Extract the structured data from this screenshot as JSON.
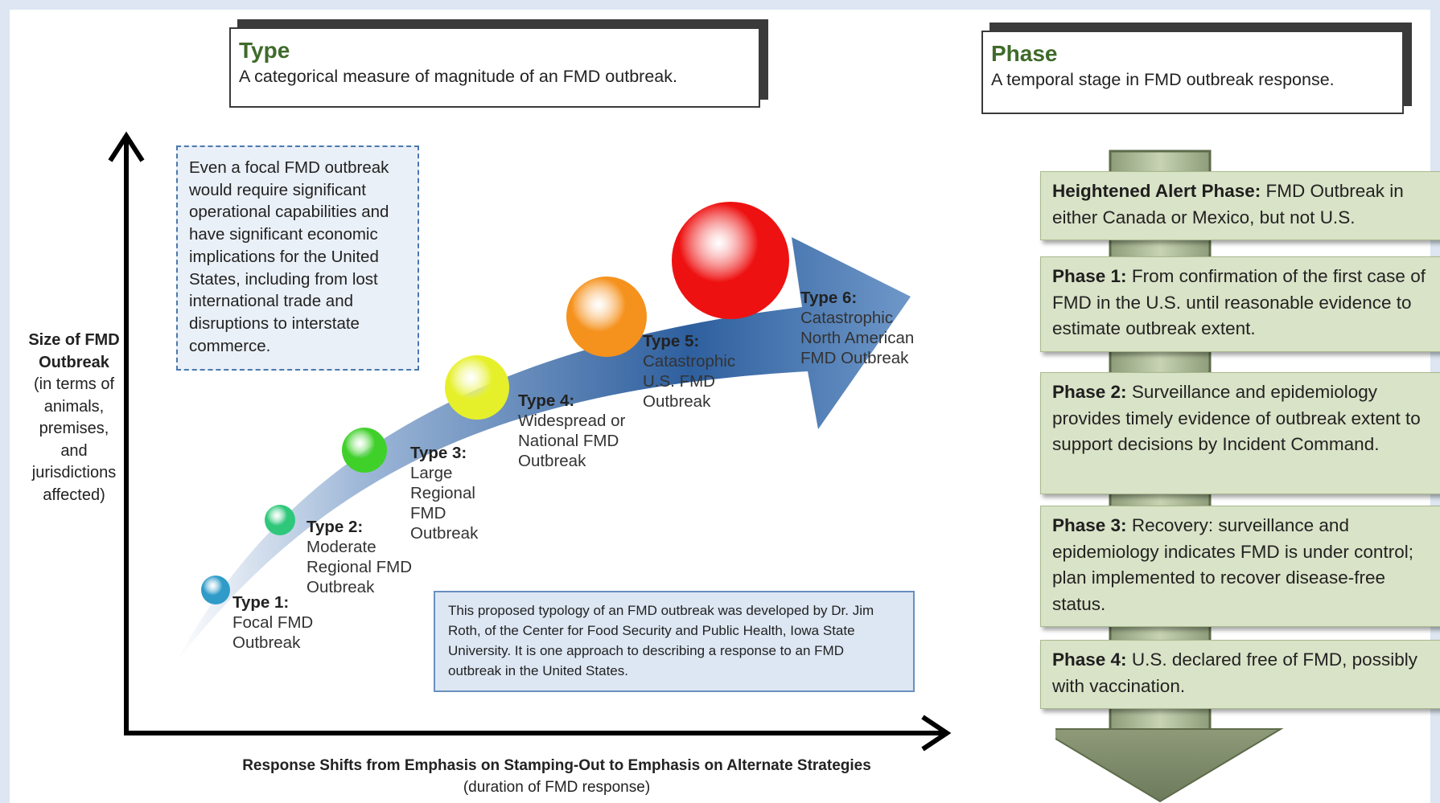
{
  "type_header": {
    "title": "Type",
    "description": "A categorical measure of magnitude of an FMD outbreak."
  },
  "phase_header": {
    "title": "Phase",
    "description": "A temporal stage in FMD outbreak response."
  },
  "note_focal": "Even a focal FMD outbreak would require significant operational capabilities and have significant economic implications for the United States, including from lost international trade and disruptions to interstate commerce.",
  "note_source": "This proposed typology of an FMD outbreak was developed by Dr. Jim Roth, of the Center for Food Security and Public Health, Iowa State University. It is one approach to describing a response to an FMD outbreak in the United States.",
  "y_axis": {
    "line1": "Size of FMD",
    "line2": "Outbreak",
    "line3": "(in terms of",
    "line4": "animals,",
    "line5": "premises,",
    "line6": "and",
    "line7": "jurisdictions",
    "line8": "affected)"
  },
  "x_axis": {
    "title": "Response Shifts from Emphasis on Stamping-Out to Emphasis on Alternate Strategies",
    "subtitle": "(duration of FMD response)"
  },
  "types": [
    {
      "name": "Type 1:",
      "lines": [
        "Focal FMD",
        "Outbreak"
      ],
      "color": "#2f9bc8"
    },
    {
      "name": "Type 2:",
      "lines": [
        "Moderate",
        "Regional FMD",
        "Outbreak"
      ],
      "color": "#2fc87a"
    },
    {
      "name": "Type 3:",
      "lines": [
        "Large",
        "Regional",
        "FMD",
        "Outbreak"
      ],
      "color": "#3fd02a"
    },
    {
      "name": "Type 4:",
      "lines": [
        "Widespread or",
        "National FMD",
        "Outbreak"
      ],
      "color": "#e6f02a"
    },
    {
      "name": "Type 5:",
      "lines": [
        "Catastrophic",
        "U.S. FMD",
        "Outbreak"
      ],
      "color": "#f5921e"
    },
    {
      "name": "Type 6:",
      "lines": [
        "Catastrophic",
        "North American",
        "FMD Outbreak"
      ],
      "color": "#ee1111"
    }
  ],
  "phases": [
    {
      "name": "Heightened Alert Phase:",
      "text": "FMD Outbreak in either Canada or Mexico, but not U.S."
    },
    {
      "name": "Phase 1:",
      "text": "From confirmation of the first case of FMD in the U.S. until reasonable evidence to estimate outbreak extent."
    },
    {
      "name": "Phase 2:",
      "text": "Surveillance and epidemiology provides timely evidence of outbreak extent to support decisions by Incident Command."
    },
    {
      "name": "Phase 3:",
      "text": "Recovery: surveillance and epidemiology indicates FMD is under control; plan implemented to recover disease-free status."
    },
    {
      "name": "Phase 4:",
      "text": "U.S. declared free of FMD, possibly with vaccination."
    }
  ]
}
